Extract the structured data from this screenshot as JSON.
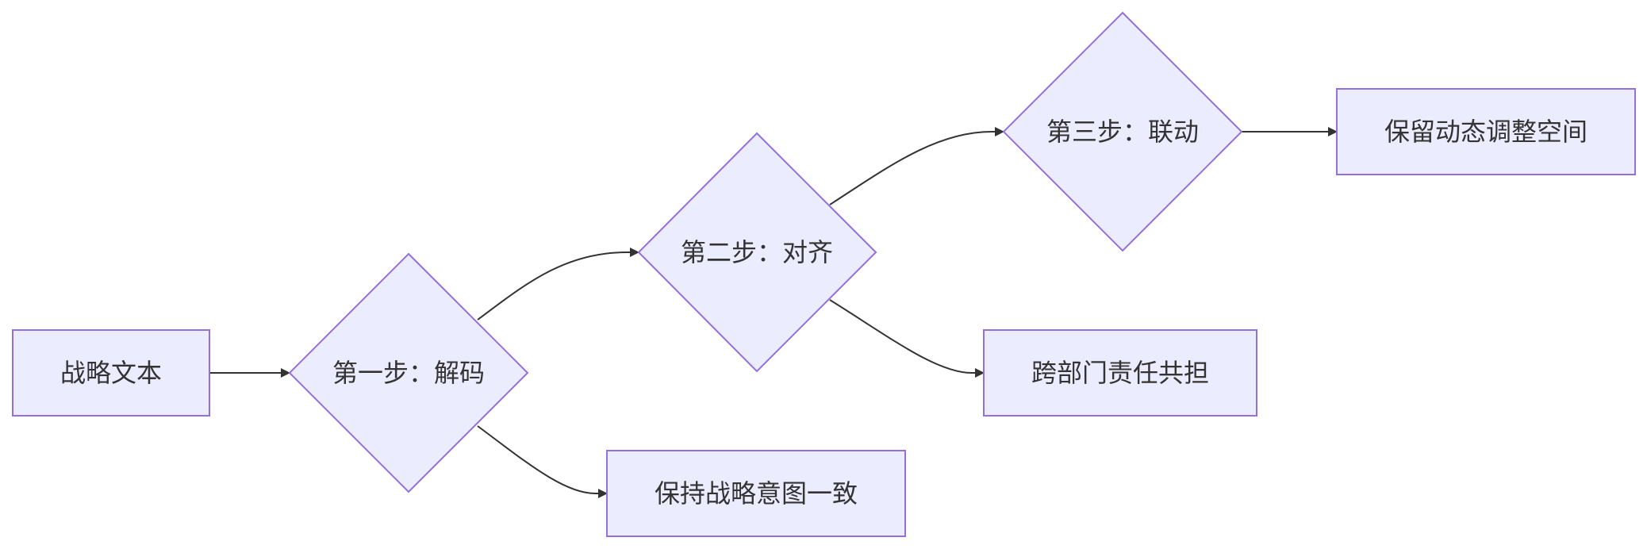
{
  "diagram": {
    "type": "flowchart",
    "direction": "left-to-right",
    "colors": {
      "node_fill": "#ECECFF",
      "node_stroke": "#9370DB",
      "edge": "#333333",
      "text": "#333333"
    },
    "nodes": {
      "text": {
        "label": "战略文本",
        "shape": "rectangle"
      },
      "decode": {
        "label": "第一步：解码",
        "shape": "diamond"
      },
      "align": {
        "label": "第二步：对齐",
        "shape": "diamond"
      },
      "link": {
        "label": "第三步：联动",
        "shape": "diamond"
      },
      "intent": {
        "label": "保持战略意图一致",
        "shape": "rectangle"
      },
      "share": {
        "label": "跨部门责任共担",
        "shape": "rectangle"
      },
      "adjust": {
        "label": "保留动态调整空间",
        "shape": "rectangle"
      }
    },
    "edges": [
      {
        "from": "text",
        "to": "decode"
      },
      {
        "from": "decode",
        "to": "align"
      },
      {
        "from": "decode",
        "to": "intent"
      },
      {
        "from": "align",
        "to": "link"
      },
      {
        "from": "align",
        "to": "share"
      },
      {
        "from": "link",
        "to": "adjust"
      }
    ]
  }
}
